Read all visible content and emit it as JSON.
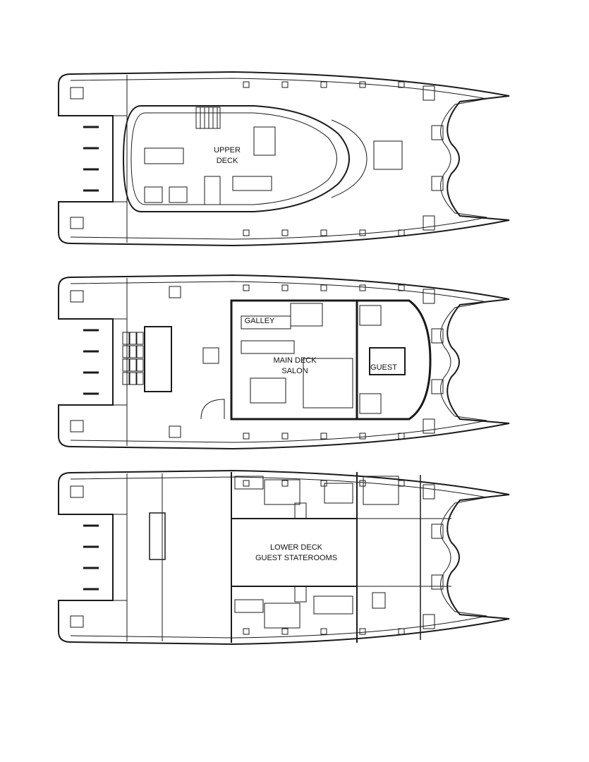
{
  "decks": [
    {
      "id": "upper",
      "labels": [
        "UPPER",
        "DECK"
      ]
    },
    {
      "id": "main",
      "galley_label": "GALLEY",
      "labels": [
        "MAIN DECK",
        "SALON"
      ],
      "guest_label": "GUEST"
    },
    {
      "id": "lower",
      "labels": [
        "LOWER DECK",
        "GUEST STATEROOMS"
      ]
    }
  ],
  "colors": {
    "line": "#1a1a1a",
    "background": "#ffffff"
  }
}
